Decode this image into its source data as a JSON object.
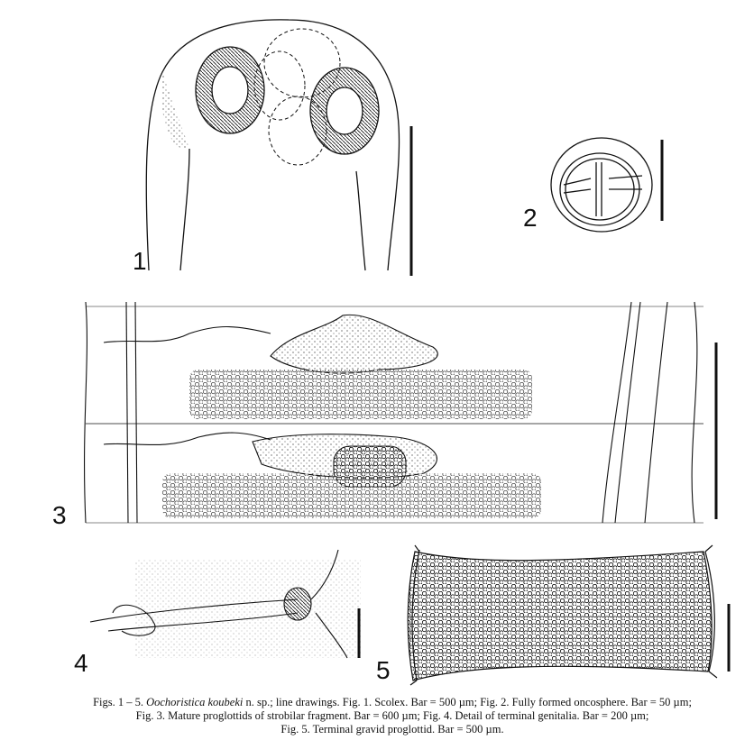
{
  "figure": {
    "panels": [
      {
        "label": "1",
        "subject": "Scolex"
      },
      {
        "label": "2",
        "subject": "Fully formed oncosphere"
      },
      {
        "label": "3",
        "subject": "Mature proglottids of strobilar fragment"
      },
      {
        "label": "4",
        "subject": "Detail of terminal genitalia"
      },
      {
        "label": "5",
        "subject": "Terminal gravid proglottid"
      }
    ],
    "caption": {
      "prefix": "Figs. 1 – 5. ",
      "species": "Oochoristica koubeki",
      "line1_rest": " n. sp.; line drawings. Fig. 1. Scolex. Bar = 500 µm; Fig. 2. Fully formed oncosphere. Bar = 50 µm;",
      "line2": "Fig. 3. Mature proglottids of strobilar fragment. Bar = 600 µm; Fig. 4. Detail of terminal genitalia. Bar = 200 µm;",
      "line3": "Fig. 5. Terminal gravid proglottid. Bar = 500 µm."
    }
  }
}
